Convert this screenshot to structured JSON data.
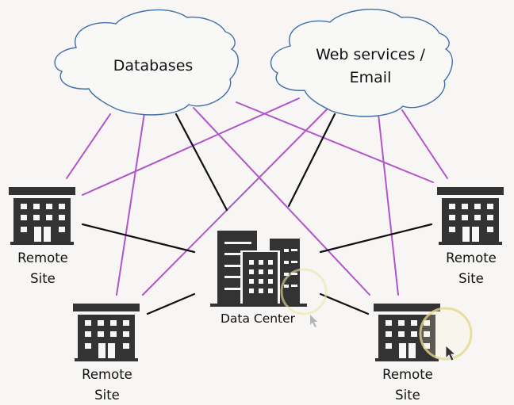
{
  "title": "Network diagram: data center, remote sites and cloud services",
  "colors": {
    "background": "#f7f6f4",
    "cloud_stroke": "#3f6fa8",
    "cloud_fill": "#f8f8f7",
    "building": "#333333",
    "cloud_link": "#b155c8",
    "datacenter_link": "#111111",
    "cursor_highlight": "#e8dc8c"
  },
  "clouds": [
    {
      "id": "databases",
      "label_lines": [
        "Databases"
      ]
    },
    {
      "id": "webservices",
      "label_lines": [
        "Web services /",
        "Email"
      ]
    }
  ],
  "datacenter": {
    "label": "Data Center",
    "icon": "office-buildings-icon"
  },
  "remote_sites": [
    {
      "id": "left",
      "label_lines": [
        "Remote",
        "Site"
      ],
      "icon": "building-icon"
    },
    {
      "id": "right",
      "label_lines": [
        "Remote",
        "Site"
      ],
      "icon": "building-icon"
    },
    {
      "id": "bottom-left",
      "label_lines": [
        "Remote",
        "Site"
      ],
      "icon": "building-icon"
    },
    {
      "id": "bottom-right",
      "label_lines": [
        "Remote",
        "Site"
      ],
      "icon": "building-icon"
    }
  ],
  "links": {
    "cloud_links": [
      {
        "from": "databases",
        "to": "left"
      },
      {
        "from": "databases",
        "to": "bottom-left"
      },
      {
        "from": "databases",
        "to": "right"
      },
      {
        "from": "databases",
        "to": "bottom-right"
      },
      {
        "from": "webservices",
        "to": "left"
      },
      {
        "from": "webservices",
        "to": "bottom-left"
      },
      {
        "from": "webservices",
        "to": "right"
      },
      {
        "from": "webservices",
        "to": "bottom-right"
      }
    ],
    "datacenter_links": [
      {
        "from": "datacenter",
        "to": "databases"
      },
      {
        "from": "datacenter",
        "to": "webservices"
      },
      {
        "from": "datacenter",
        "to": "left"
      },
      {
        "from": "datacenter",
        "to": "right"
      },
      {
        "from": "datacenter",
        "to": "bottom-left"
      },
      {
        "from": "datacenter",
        "to": "bottom-right"
      }
    ]
  }
}
